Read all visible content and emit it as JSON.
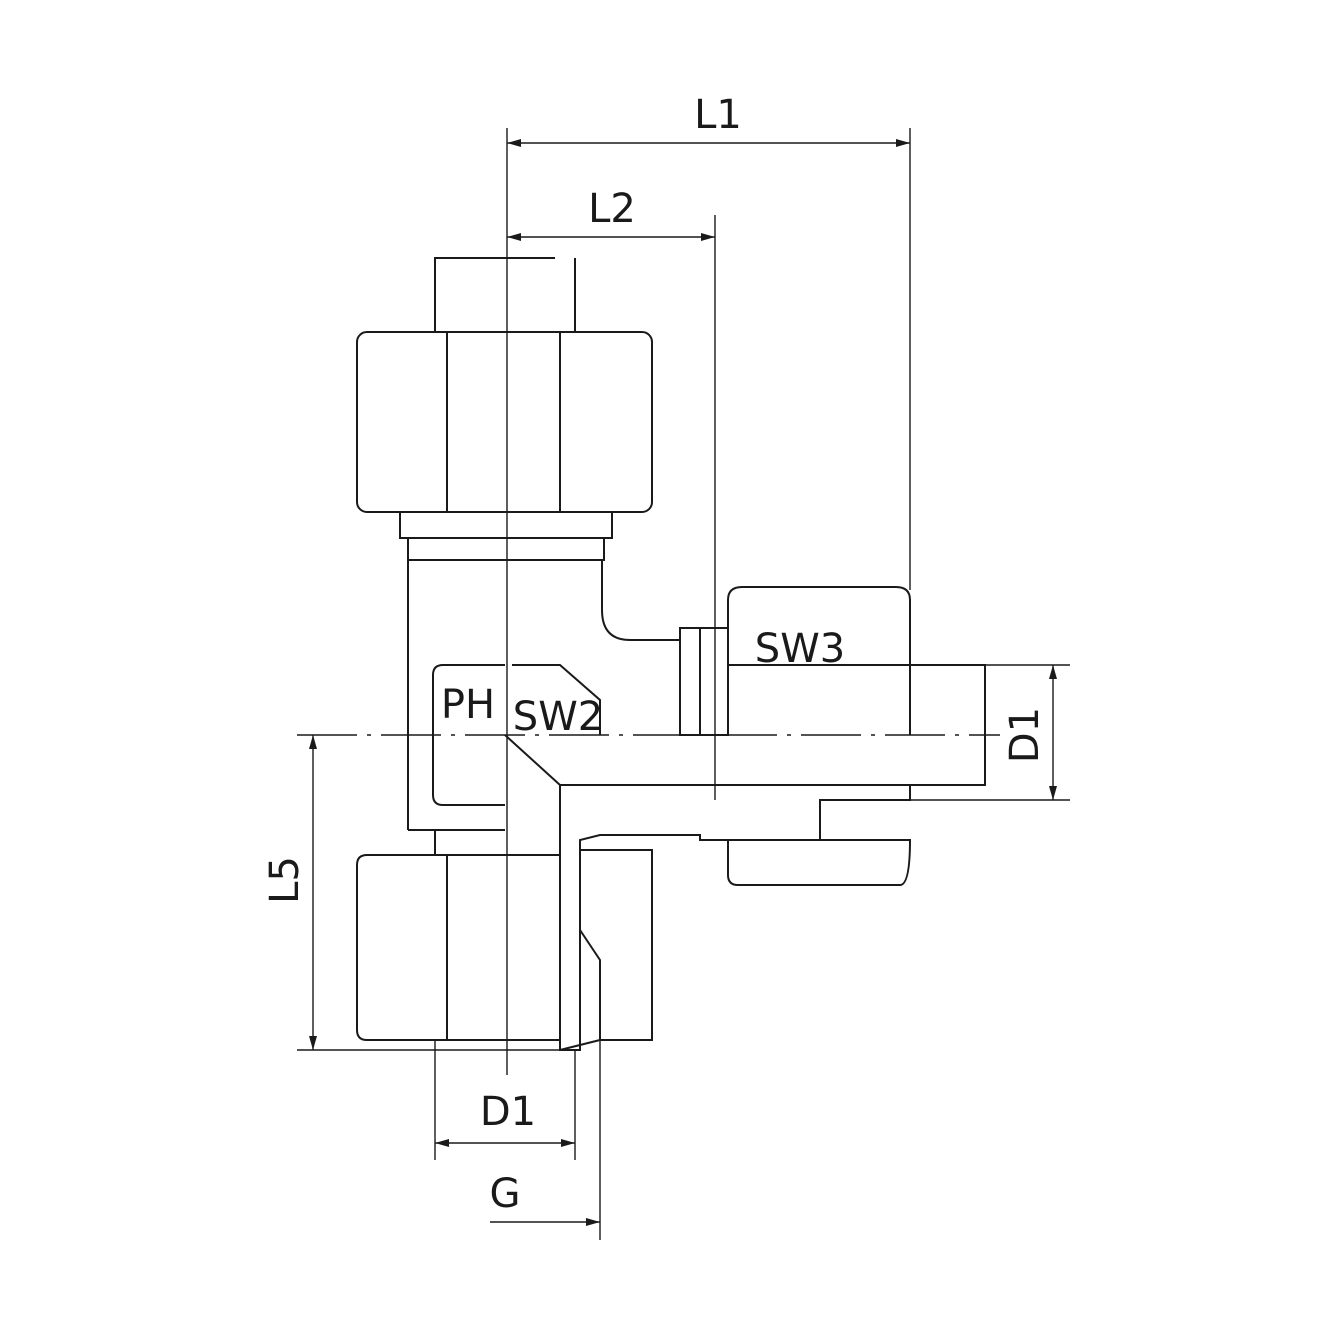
{
  "labels": {
    "l1": "L1",
    "l2": "L2",
    "sw3": "SW3",
    "ph": "PH",
    "sw2": "SW2",
    "d1_right": "D1",
    "l5": "L5",
    "d1_bottom": "D1",
    "g": "G"
  },
  "colors": {
    "line": "#1a1a1a",
    "background": "#ffffff"
  }
}
